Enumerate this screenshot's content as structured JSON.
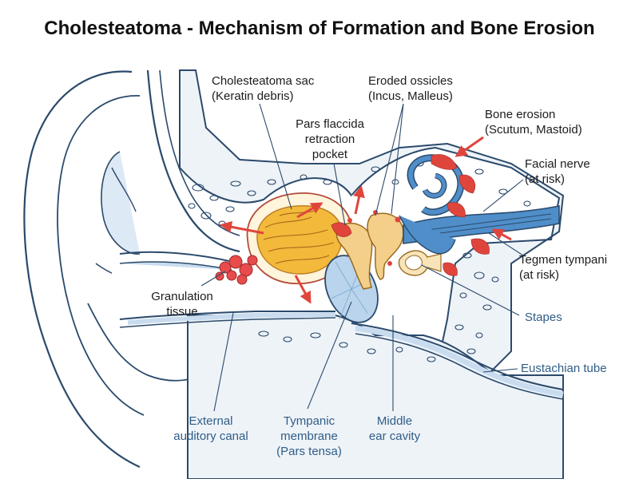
{
  "title": "Cholesteatoma - Mechanism of Formation and Bone Erosion",
  "labels": {
    "cholesteatoma_sac": [
      "Cholesteatoma sac",
      "(Keratin debris)"
    ],
    "eroded_ossicles": [
      "Eroded ossicles",
      "(Incus, Malleus)"
    ],
    "pars_flaccida": [
      "Pars flaccida",
      "retraction",
      "pocket"
    ],
    "bone_erosion": [
      "Bone erosion",
      "(Scutum, Mastoid)"
    ],
    "facial_nerve": [
      "Facial nerve",
      "(at risk)"
    ],
    "tegmen_tympani": [
      "Tegmen tympani",
      "(at risk)"
    ],
    "granulation_tissue": [
      "Granulation",
      "tissue"
    ],
    "stapes": "Stapes",
    "eustachian_tube": "Eustachian tube",
    "external_canal": [
      "External",
      "auditory canal"
    ],
    "tympanic_membrane": [
      "Tympanic",
      "membrane",
      "(Pars tensa)"
    ],
    "middle_ear": [
      "Middle",
      "ear cavity"
    ]
  },
  "colors": {
    "outline": "#2b4a6b",
    "bone": "#eef3f8",
    "canal": "#c9dcef",
    "sac": "#f2b93b",
    "granulation": "#e84b4b",
    "erosion": "#e0453c",
    "ossicles": "#f3cf8a",
    "nerve": "#4f8ec9",
    "membrane": "#b9d4ec",
    "label_dark": "#1c1c1c",
    "label_blue": "#2f5d87"
  }
}
